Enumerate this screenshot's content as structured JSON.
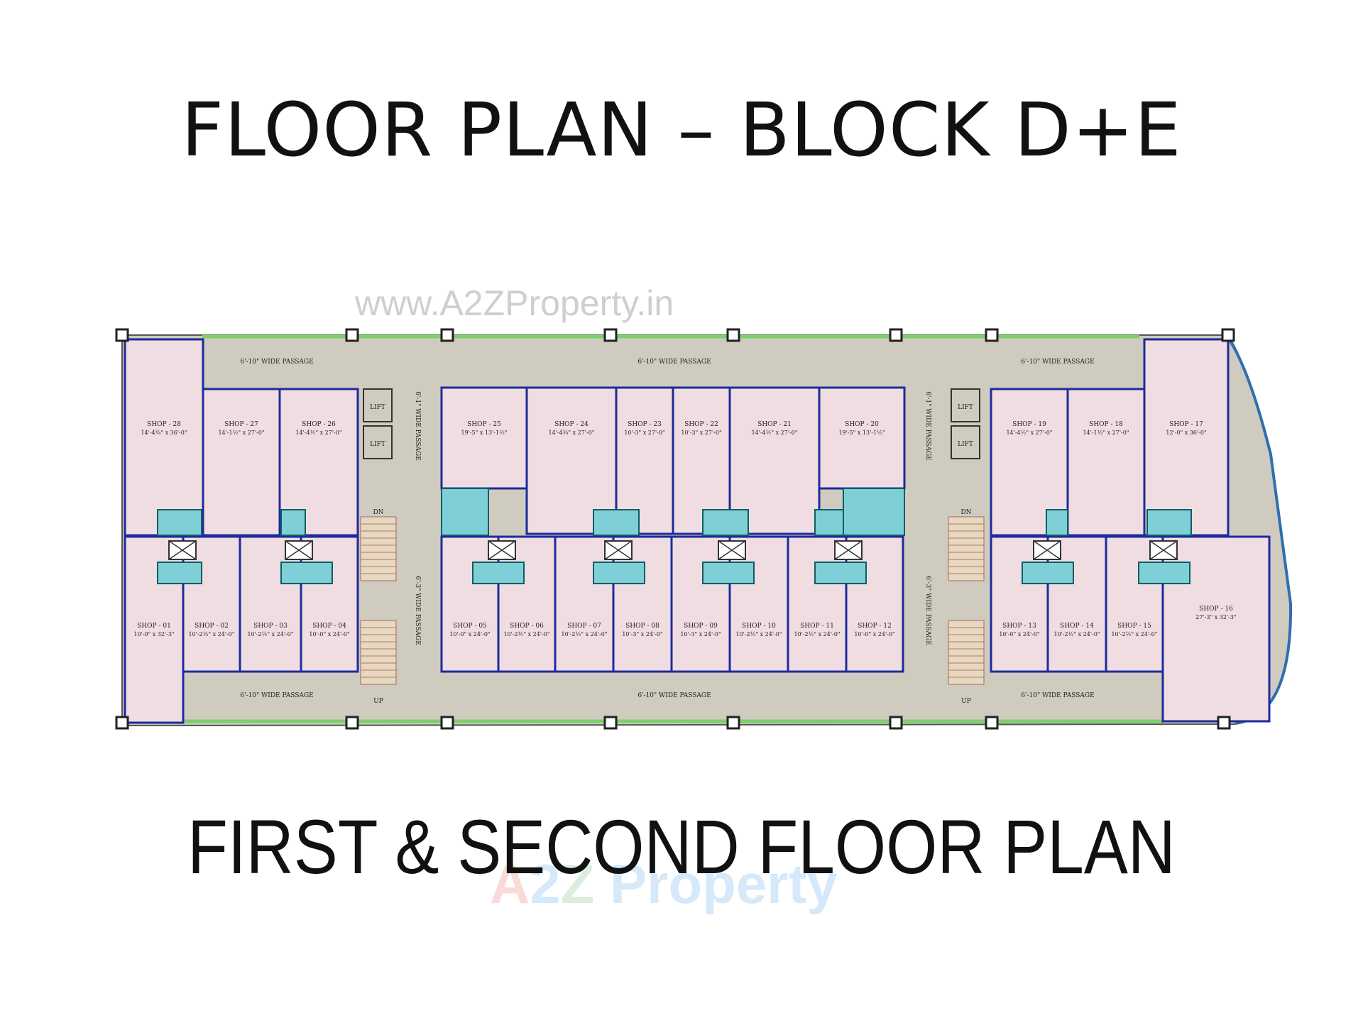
{
  "title": "FLOOR PLAN – BLOCK D+E",
  "subtitle": "FIRST & SECOND FLOOR PLAN",
  "watermark_url": "www.A2ZProperty.in",
  "watermark_logo": {
    "a": "A",
    "n": "2",
    "z": "Z",
    "word": "Property"
  },
  "colors": {
    "shop": "#f0dde2",
    "passage": "#cfcbbf",
    "wall": "#1c2b9c",
    "toilet": "#7fd0d6",
    "green_edge": "#7bd06b"
  },
  "plan": {
    "passages": {
      "top": [
        "6'-10\" WIDE PASSAGE",
        "6'-10\" WIDE PASSAGE",
        "6'-10\" WIDE PASSAGE"
      ],
      "bottom": [
        "6'-10\" WIDE PASSAGE",
        "6'-10\" WIDE PASSAGE",
        "6'-10\" WIDE PASSAGE"
      ],
      "vertical": [
        "6'-1\" WIDE PASSAGE",
        "6'-3\" WIDE PASSAGE",
        "6'-1\" WIDE PASSAGE",
        "6'-3\" WIDE PASSAGE"
      ]
    },
    "lift": "LIFT",
    "stairs": {
      "dn": "DN",
      "up": "UP"
    },
    "shops": [
      {
        "name": "SHOP - 28",
        "size": "14'-4¾\" x 36'-0\""
      },
      {
        "name": "SHOP - 27",
        "size": "14'-1½\" x 27'-0\""
      },
      {
        "name": "SHOP - 26",
        "size": "14'-4½\" x 27'-0\""
      },
      {
        "name": "SHOP - 25",
        "size": "19'-5\" x 13'-1½\""
      },
      {
        "name": "SHOP - 24",
        "size": "14'-4¾\" x 27'-0\""
      },
      {
        "name": "SHOP - 23",
        "size": "10'-3\" x 27'-0\""
      },
      {
        "name": "SHOP - 22",
        "size": "10'-3\" x 27'-0\""
      },
      {
        "name": "SHOP - 21",
        "size": "14'-4½\" x 27'-0\""
      },
      {
        "name": "SHOP - 20",
        "size": "19'-5\" x 13'-1½\""
      },
      {
        "name": "SHOP - 19",
        "size": "14'-4½\" x 27'-0\""
      },
      {
        "name": "SHOP - 18",
        "size": "14'-1½\" x 27'-0\""
      },
      {
        "name": "SHOP - 17",
        "size": "12'-0\" x 36'-0\""
      },
      {
        "name": "SHOP - 01",
        "size": "10'-0\" x 32'-3\""
      },
      {
        "name": "SHOP - 02",
        "size": "10'-2½\" x 24'-0\""
      },
      {
        "name": "SHOP - 03",
        "size": "10'-2½\" x 24'-0\""
      },
      {
        "name": "SHOP - 04",
        "size": "10'-0\" x 24'-0\""
      },
      {
        "name": "SHOP - 05",
        "size": "10'-0\" x 24'-0\""
      },
      {
        "name": "SHOP - 06",
        "size": "10'-2½\" x 24'-0\""
      },
      {
        "name": "SHOP - 07",
        "size": "10'-2½\" x 24'-0\""
      },
      {
        "name": "SHOP - 08",
        "size": "10'-3\" x 24'-0\""
      },
      {
        "name": "SHOP - 09",
        "size": "10'-3\" x 24'-0\""
      },
      {
        "name": "SHOP - 10",
        "size": "10'-2½\" x 24'-0\""
      },
      {
        "name": "SHOP - 11",
        "size": "10'-2½\" x 24'-0\""
      },
      {
        "name": "SHOP - 12",
        "size": "10'-0\" x 24'-0\""
      },
      {
        "name": "SHOP - 13",
        "size": "10'-0\" x 24'-0\""
      },
      {
        "name": "SHOP - 14",
        "size": "10'-2½\" x 24'-0\""
      },
      {
        "name": "SHOP - 15",
        "size": "10'-2½\" x 24'-0\""
      },
      {
        "name": "SHOP - 16",
        "size": "27'-3\" x 32'-3\""
      }
    ]
  }
}
